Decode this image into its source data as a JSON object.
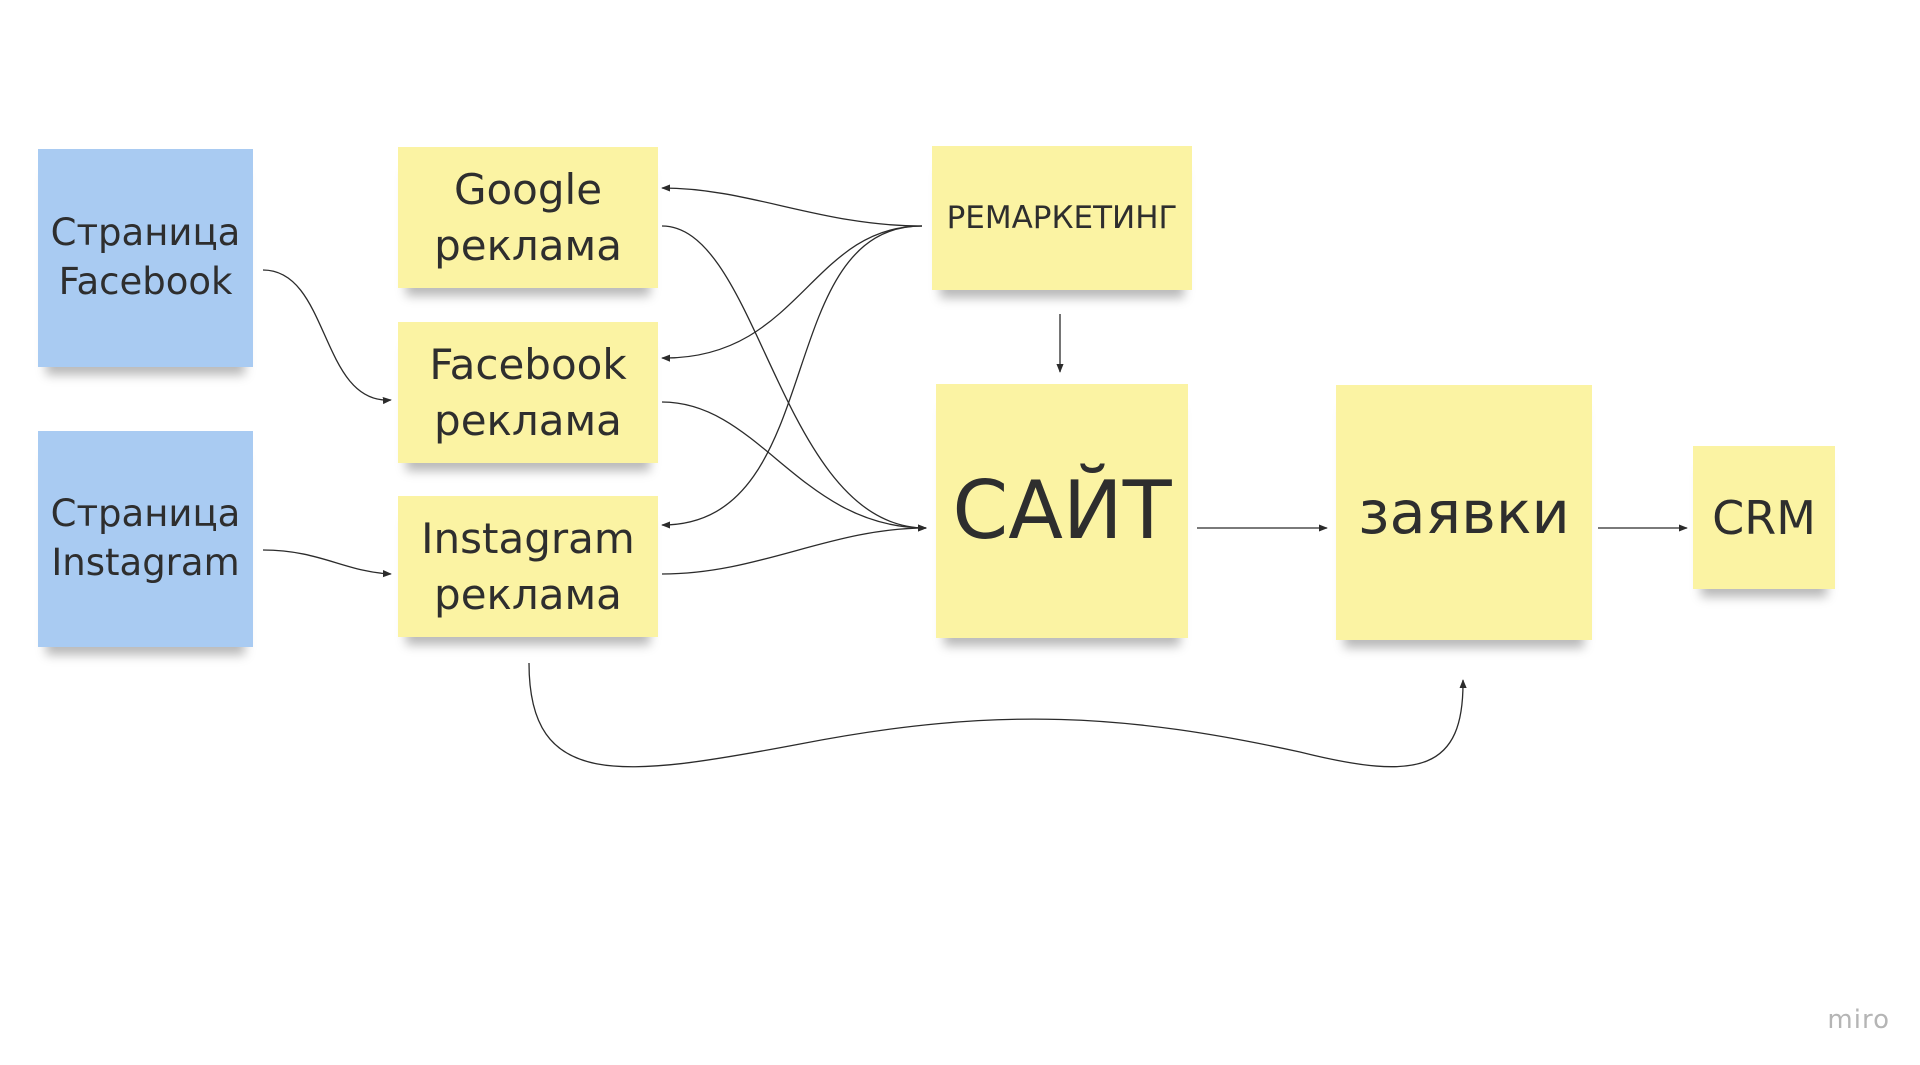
{
  "diagram": {
    "nodes": {
      "page_facebook": {
        "label": "Страница\nFacebook",
        "color": "#a9cbf2"
      },
      "page_instagram": {
        "label": "Страница\nInstagram",
        "color": "#a9cbf2"
      },
      "google_ads": {
        "label": "Google\nреклама",
        "color": "#fbf3a3"
      },
      "facebook_ads": {
        "label": "Facebook\nреклама",
        "color": "#fbf3a3"
      },
      "instagram_ads": {
        "label": "Instagram\nреклама",
        "color": "#fbf3a3"
      },
      "remarketing": {
        "label": "РЕМАРКЕТИНГ",
        "color": "#fbf3a3"
      },
      "site": {
        "label": "САЙТ",
        "color": "#fbf3a3"
      },
      "leads": {
        "label": "заявки",
        "color": "#fbf3a3"
      },
      "crm": {
        "label": "CRM",
        "color": "#fbf3a3"
      }
    },
    "edges": [
      {
        "from": "page_facebook",
        "to": "facebook_ads"
      },
      {
        "from": "page_instagram",
        "to": "instagram_ads"
      },
      {
        "from": "remarketing",
        "to": "google_ads"
      },
      {
        "from": "remarketing",
        "to": "facebook_ads"
      },
      {
        "from": "remarketing",
        "to": "instagram_ads"
      },
      {
        "from": "remarketing",
        "to": "site"
      },
      {
        "from": "google_ads",
        "to": "site"
      },
      {
        "from": "facebook_ads",
        "to": "site"
      },
      {
        "from": "instagram_ads",
        "to": "site"
      },
      {
        "from": "site",
        "to": "leads"
      },
      {
        "from": "leads",
        "to": "crm"
      },
      {
        "from": "instagram_ads",
        "to": "leads"
      }
    ]
  },
  "branding": {
    "watermark": "miro"
  }
}
